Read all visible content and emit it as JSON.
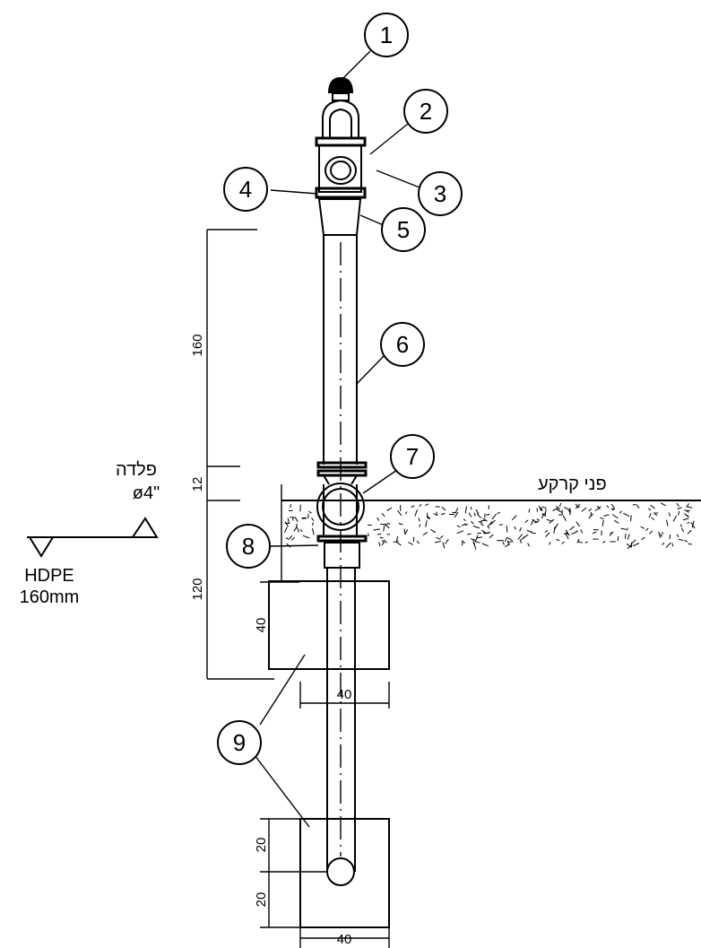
{
  "callouts": [
    "1",
    "2",
    "3",
    "4",
    "5",
    "6",
    "7",
    "8",
    "9",
    "9"
  ],
  "dimensions": {
    "upper_height": "160",
    "flange_gap": "12",
    "lower_height": "120",
    "block_height": "40",
    "block_width": "40",
    "bottom_upper": "20",
    "bottom_lower": "20",
    "bottom_width": "40"
  },
  "labels": {
    "ground_surface": "פני קרקע",
    "steel_material": "פלדה",
    "steel_diameter": "ø4\"",
    "hdpe_material": "HDPE",
    "hdpe_size": "160mm"
  },
  "icons": {
    "level_marker_left": "triangle-down-icon",
    "level_marker_right": "triangle-up-icon"
  }
}
